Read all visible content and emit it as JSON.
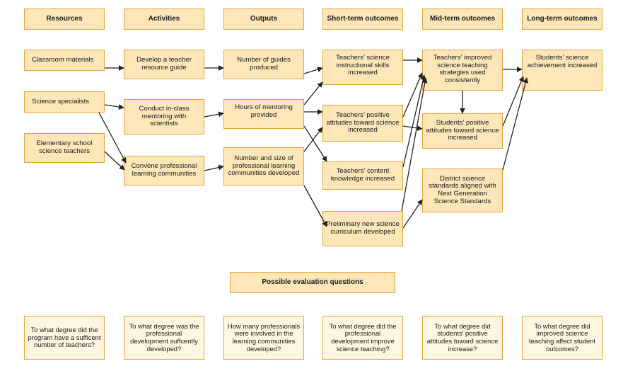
{
  "headers": {
    "resources": "Resources",
    "activities": "Activities",
    "outputs": "Outputs",
    "short_term": "Short-term outcomes",
    "mid_term": "Mid-term outcomes",
    "long_term": "Long-term outcomes"
  },
  "resources": {
    "classroom": "Classroom materials",
    "specialists": "Science specialists",
    "teachers": "Elementary school science teachers"
  },
  "activities": {
    "guide": "Develop a teacher resource guide",
    "mentoring": "Conduct in-class mentoring with scientists",
    "communities": "Convene professional learning communities"
  },
  "outputs": {
    "guides": "Number of guides produced",
    "hours": "Hours of mentoring provided",
    "number_size": "Number and size of professional learning communities developed"
  },
  "short_term": {
    "skills": "Teachers’ science instructional skills increased",
    "attitudes": "Teachers’ positive attitudes toward science increased",
    "knowledge": "Teachers’ content knowledge increased",
    "curriculum": "Preliminary new science curriculum developed"
  },
  "mid_term": {
    "strategies": "Teachers’ improved science teaching strategies used consistently",
    "students": "Students’ positive attitudes toward science increased",
    "standards": "District science standards aligned with Next Generation Science Standards"
  },
  "long_term": {
    "achievement": "Students’ science achievement increased"
  },
  "evaluation": {
    "title": "Possible evaluation questions",
    "q1": "To what degree did the program have a sufficent number of teachers?",
    "q2": "To what degree was the professional development suffcently developed?",
    "q3": "How many professionals were involved in the learning communities developed?",
    "q4": "To what degree did the professional development improve science teaching?",
    "q5": "To what degree did students’ positive attitudes toward science increase?",
    "q6": "To what degree did improved science teaching affect student outcomes?"
  },
  "colors": {
    "box_fill": "#fde6b8",
    "box_border": "#e8a33d",
    "question_fill": "#fff6e2",
    "arrow": "#222222"
  }
}
